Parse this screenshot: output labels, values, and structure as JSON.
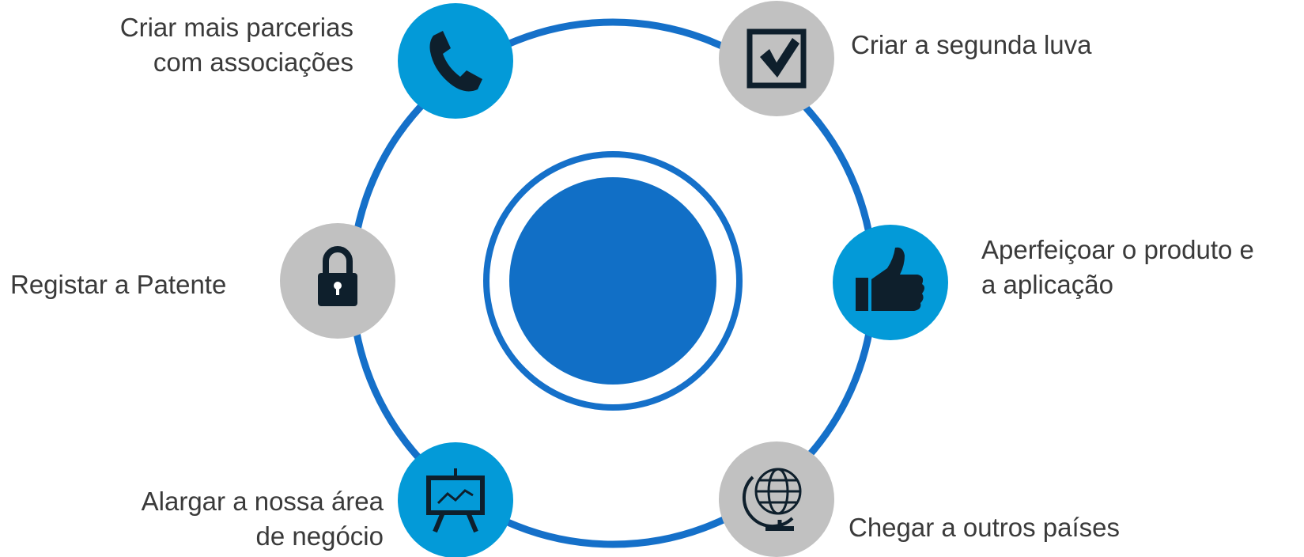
{
  "colors": {
    "ring": "#1570c9",
    "center": "#116fc6",
    "blue_node": "#039ad8",
    "gray_node": "#c1c1c1",
    "icon": "#0e1f2c",
    "text": "#3a3a3a"
  },
  "nodes": [
    {
      "id": "top-left",
      "icon": "phone-icon",
      "fill": "blue",
      "label_lines": [
        "Criar mais parcerias",
        "com associações"
      ]
    },
    {
      "id": "top-right",
      "icon": "checkbox-icon",
      "fill": "gray",
      "label_lines": [
        "Criar a segunda luva"
      ]
    },
    {
      "id": "right",
      "icon": "thumbs-up-icon",
      "fill": "blue",
      "label_lines": [
        "Aperfeiçoar o produto e",
        "a aplicação"
      ]
    },
    {
      "id": "bottom-right",
      "icon": "globe-icon",
      "fill": "gray",
      "label_lines": [
        "Chegar a outros países"
      ]
    },
    {
      "id": "bottom-left",
      "icon": "presentation-board-icon",
      "fill": "blue",
      "label_lines": [
        "Alargar a nossa área",
        "de negócio"
      ]
    },
    {
      "id": "left",
      "icon": "padlock-icon",
      "fill": "gray",
      "label_lines": [
        "Registar a Patente"
      ]
    }
  ]
}
